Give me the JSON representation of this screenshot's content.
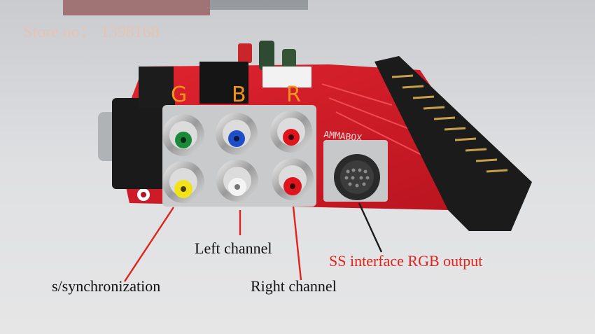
{
  "watermark": "Store no： 1398168",
  "channels": {
    "g": "G",
    "b": "B",
    "r": "R"
  },
  "board_silkscreen": "AMMABOX",
  "annotations": {
    "sync": "s/synchronization",
    "left": "Left channel",
    "right": "Right channel",
    "ss": "SS interface RGB output"
  },
  "colors": {
    "board": "#d6202a",
    "jack_green": "#1a8a3a",
    "jack_blue": "#1f4fc8",
    "jack_red": "#e0141c",
    "jack_yellow": "#f2e21a",
    "jack_white": "#f4f4f4",
    "label_orange": "#f2941c",
    "annotation_red": "#e0231b"
  }
}
